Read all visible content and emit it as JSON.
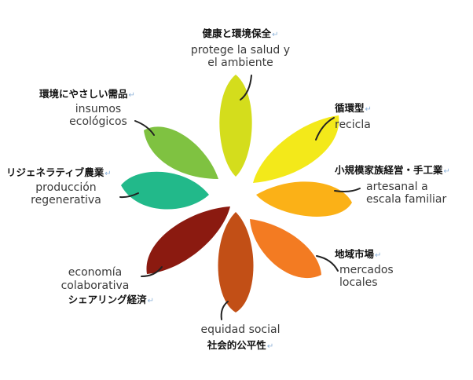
{
  "return_mark": "↵",
  "petals": [
    {
      "id": "health",
      "jp": "健康と環境保全",
      "es_lines": [
        "protege la salud y",
        "el ambiente"
      ],
      "color": "#d4dd1c"
    },
    {
      "id": "recycle",
      "jp": "循環型",
      "es_lines": [
        "recicla"
      ],
      "color": "#f3e91a"
    },
    {
      "id": "family",
      "jp": "小規模家族経営・手工業",
      "es_lines": [
        "artesanal a",
        "escala familiar"
      ],
      "color": "#fbb117"
    },
    {
      "id": "local",
      "jp": "地域市場",
      "es_lines": [
        "mercados",
        "locales"
      ],
      "color": "#f37b22"
    },
    {
      "id": "equity",
      "jp": "社会的公平性",
      "es_lines": [
        "equidad social"
      ],
      "color": "#c24f16"
    },
    {
      "id": "sharing",
      "jp": "シェアリング経済",
      "es_lines": [
        "economía",
        "colaborativa"
      ],
      "color": "#8b1a10"
    },
    {
      "id": "regen",
      "jp": "リジェネラティブ農業",
      "es_lines": [
        "producción",
        "regenerativa"
      ],
      "color": "#22b98a"
    },
    {
      "id": "eco",
      "jp": "環境にやさしい需品",
      "es_lines": [
        "insumos",
        "ecológicos"
      ],
      "color": "#7fc241"
    }
  ]
}
